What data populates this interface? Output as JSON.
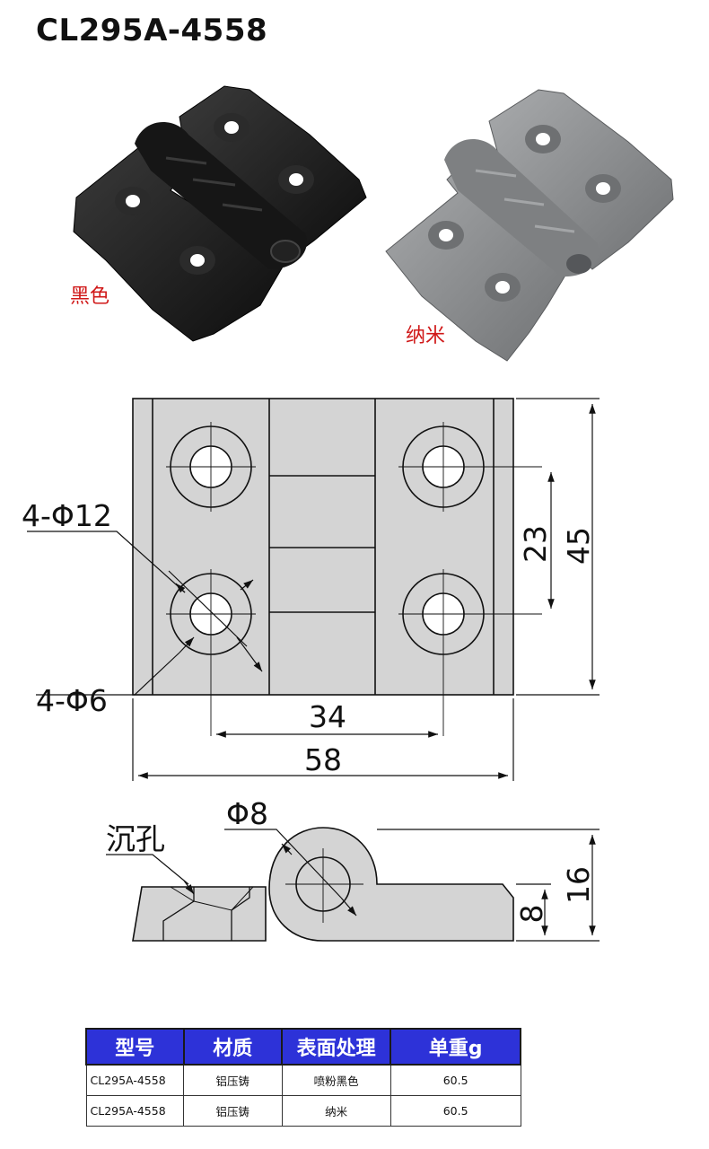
{
  "title": "CL295A-4558",
  "photos": {
    "black_label": "黑色",
    "nano_label": "纳米"
  },
  "drawing": {
    "hole_label_large": "4-Φ12",
    "hole_label_small": "4-Φ6",
    "dim_vertical_inner": "23",
    "dim_vertical_outer": "45",
    "dim_horizontal_inner": "34",
    "dim_horizontal_outer": "58",
    "pin_label": "Φ8",
    "countersink_label": "沉孔",
    "dim_leaf_thickness": "8",
    "dim_total_height": "16"
  },
  "table": {
    "headers": [
      "型号",
      "材质",
      "表面处理",
      "单重g"
    ],
    "rows": [
      [
        "CL295A-4558",
        "铝压铸",
        "喷粉黑色",
        "60.5"
      ],
      [
        "CL295A-4558",
        "铝压铸",
        "纳米",
        "60.5"
      ]
    ]
  },
  "colors": {
    "black_finish": "#1c1c1c",
    "nano_finish": "#8c8e90",
    "drawing_fill": "#d4d4d4",
    "label_red": "#d01818",
    "table_header": "#2d32d8"
  }
}
